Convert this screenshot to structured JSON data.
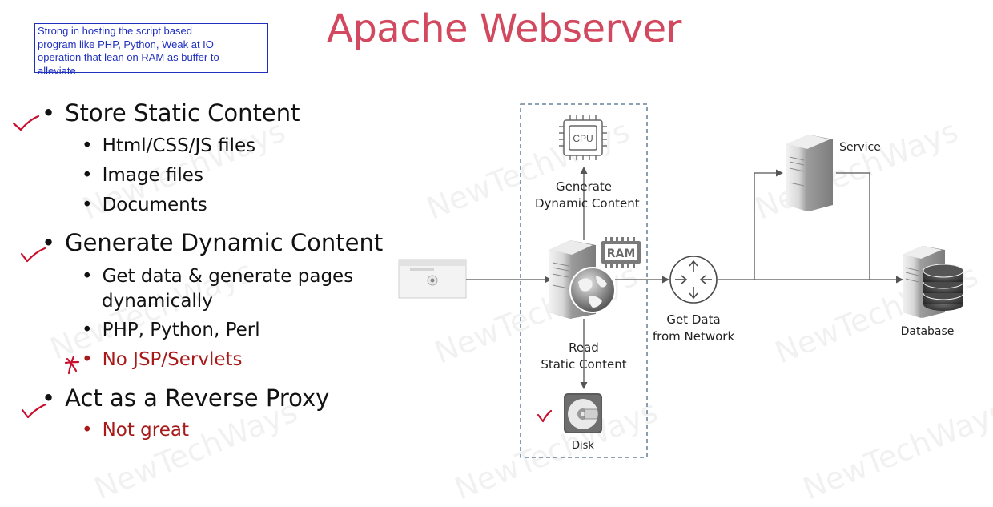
{
  "note": {
    "line1": "Strong in hosting the script based",
    "line2": "program like PHP, Python, Weak at IO",
    "line3": "operation that lean on RAM as buffer to",
    "line4": "alleviate"
  },
  "title": "Apache Webserver",
  "bullets": {
    "store": "Store Static Content",
    "html_files": "Html/CSS/JS files",
    "image_files": "Image files",
    "documents": "Documents",
    "generate": "Generate Dynamic Content",
    "get_data_line1": "Get data & generate pages",
    "get_data_line2": "dynamically",
    "languages": "PHP, Python, Perl",
    "no_jsp": "No JSP/Servlets",
    "reverse_proxy": "Act as a Reverse Proxy",
    "not_great": "Not great"
  },
  "diagram": {
    "cpu_label": "CPU",
    "generate_line1": "Generate",
    "generate_line2": "Dynamic Content",
    "ram_label": "RAM",
    "read_line1": "Read",
    "read_line2": "Static Content",
    "disk_label": "Disk",
    "get_data_line1": "Get Data",
    "get_data_line2": "from Network",
    "service_label": "Service",
    "database_label": "Database"
  },
  "watermark": "NewTechWays",
  "colors": {
    "title": "#d2485f",
    "note_border": "#1f2fbf",
    "red_text": "#a81a1a",
    "check_mark": "#c8102e",
    "dashed_box": "#4a6a8a"
  }
}
